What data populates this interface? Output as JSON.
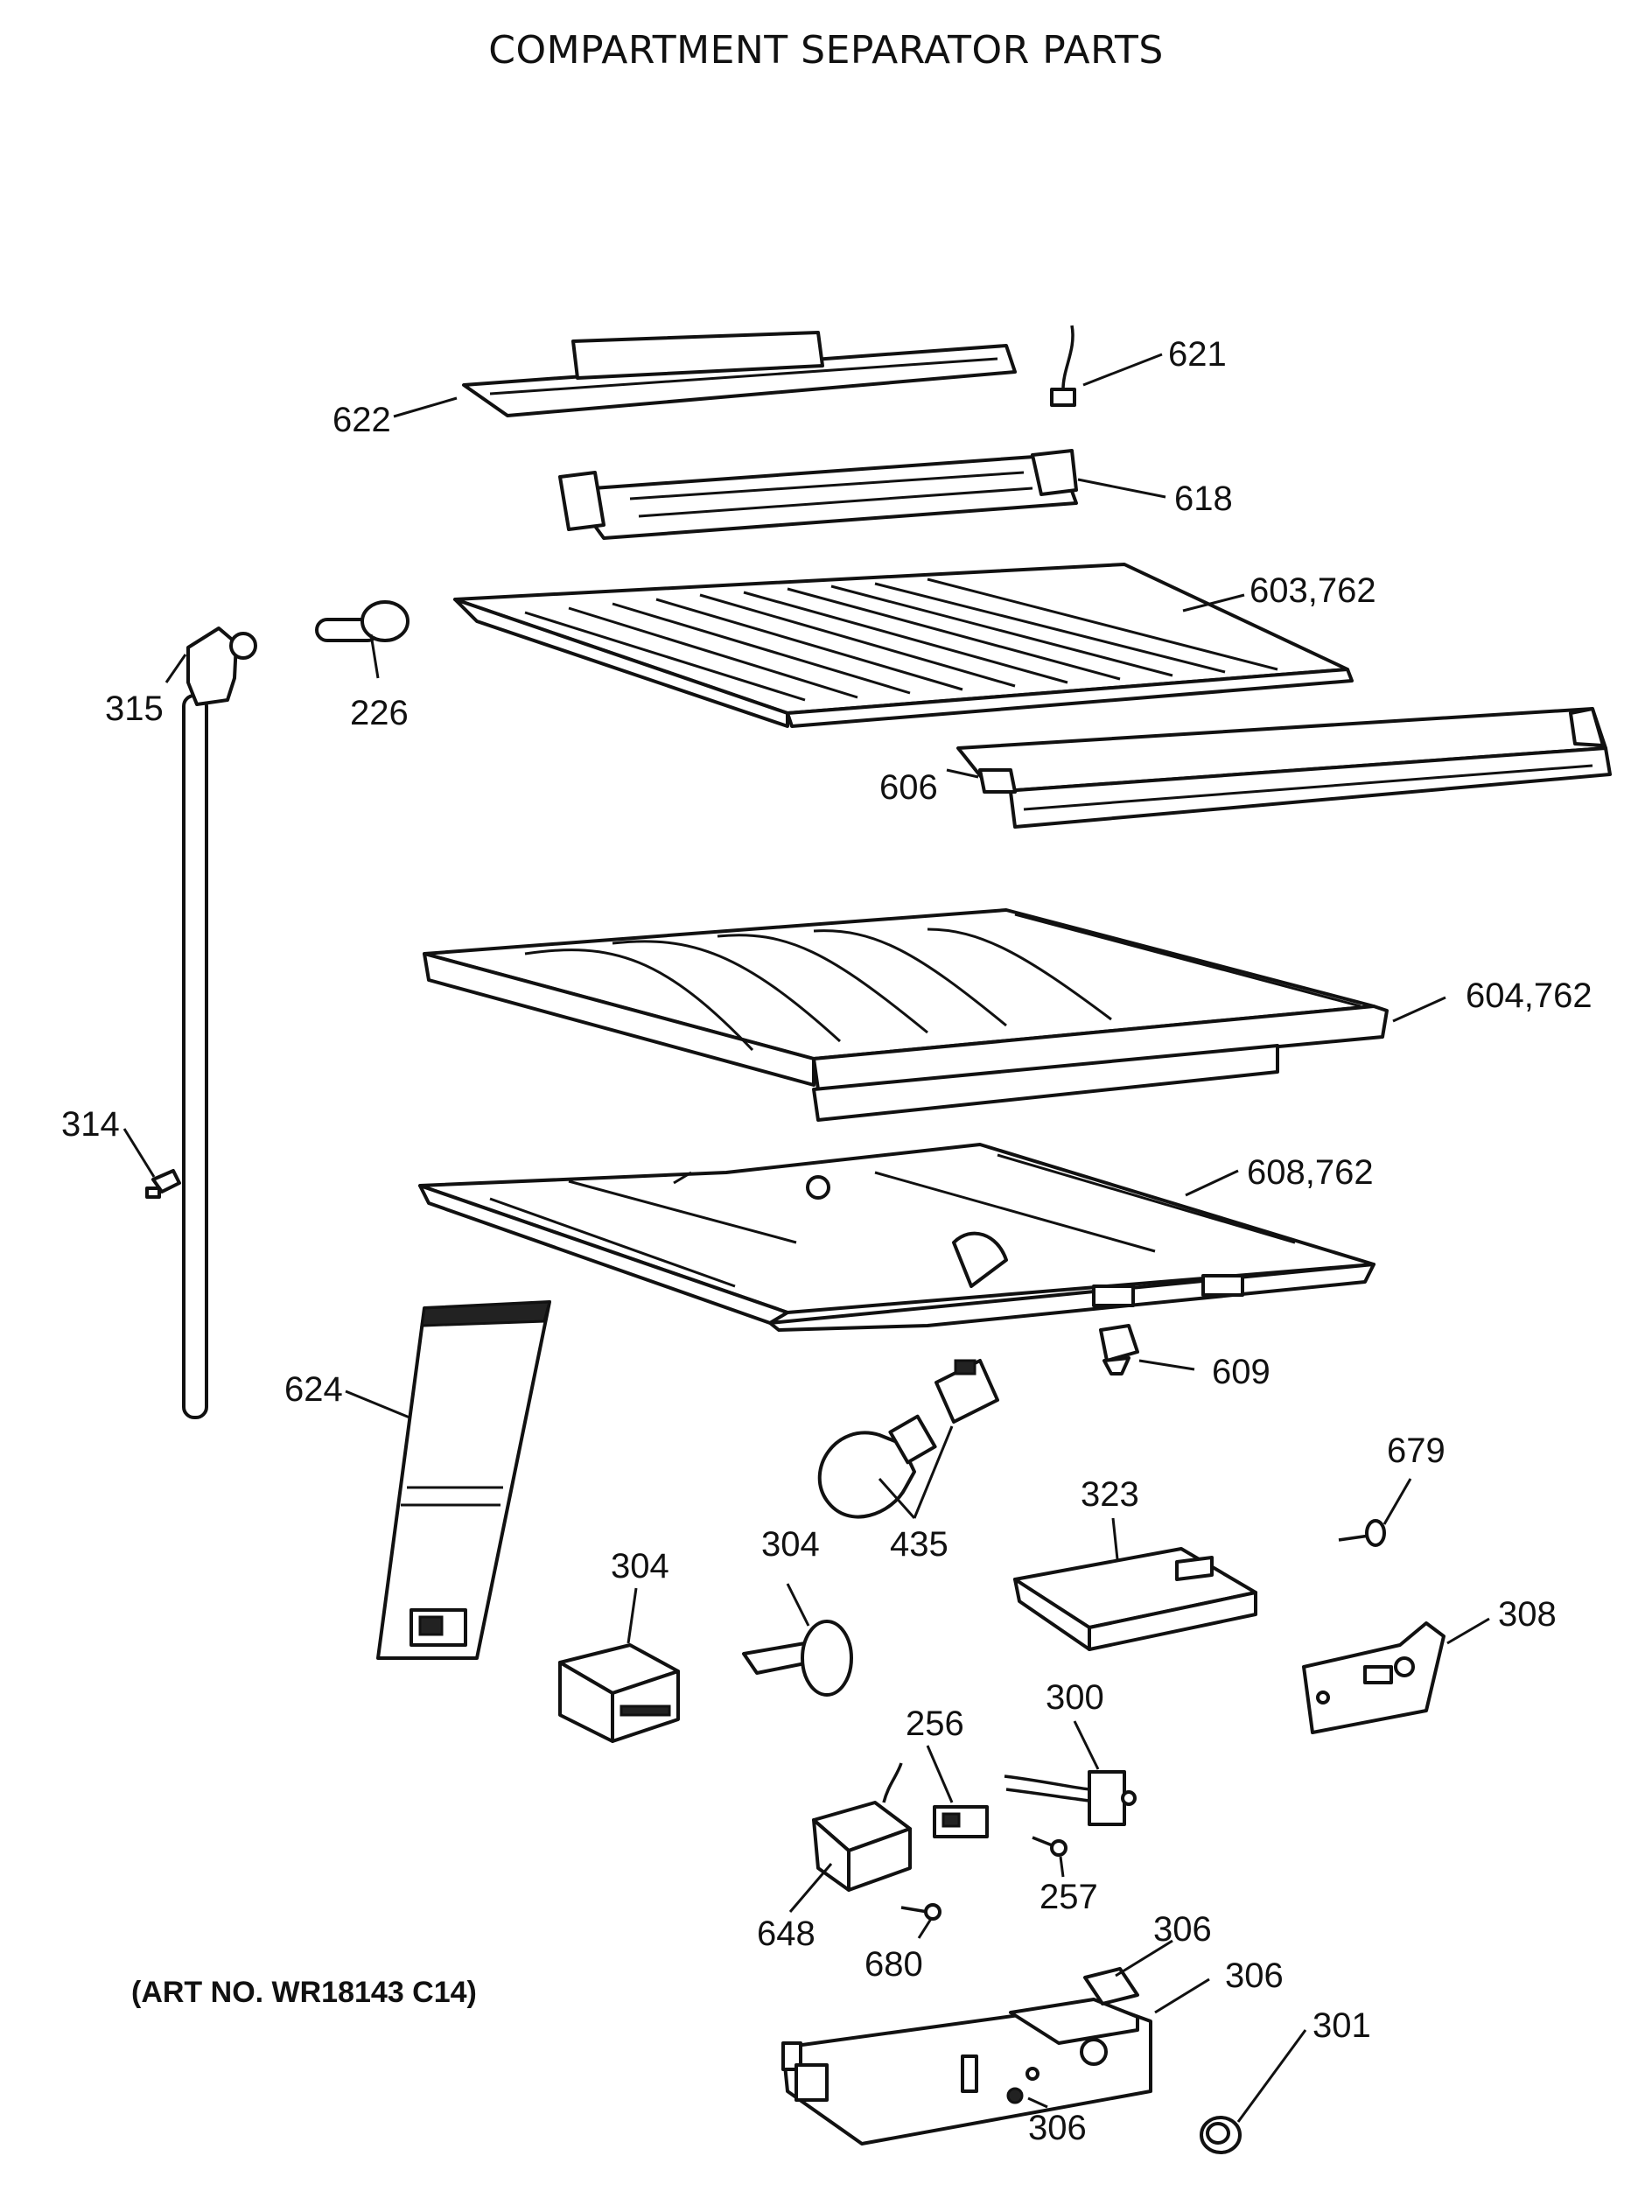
{
  "title": "COMPARTMENT SEPARATOR PARTS",
  "art_number": "(ART NO. WR18143 C14)",
  "callouts": [
    {
      "id": "622",
      "text": "622"
    },
    {
      "id": "621",
      "text": "621"
    },
    {
      "id": "618",
      "text": "618"
    },
    {
      "id": "603_762",
      "text": "603,762"
    },
    {
      "id": "315",
      "text": "315"
    },
    {
      "id": "226",
      "text": "226"
    },
    {
      "id": "606",
      "text": "606"
    },
    {
      "id": "604_762",
      "text": "604,762"
    },
    {
      "id": "314",
      "text": "314"
    },
    {
      "id": "608_762",
      "text": "608,762"
    },
    {
      "id": "609",
      "text": "609"
    },
    {
      "id": "624",
      "text": "624"
    },
    {
      "id": "679",
      "text": "679"
    },
    {
      "id": "323",
      "text": "323"
    },
    {
      "id": "435",
      "text": "435"
    },
    {
      "id": "304_a",
      "text": "304"
    },
    {
      "id": "304_b",
      "text": "304"
    },
    {
      "id": "308",
      "text": "308"
    },
    {
      "id": "300",
      "text": "300"
    },
    {
      "id": "256",
      "text": "256"
    },
    {
      "id": "257",
      "text": "257"
    },
    {
      "id": "648",
      "text": "648"
    },
    {
      "id": "680",
      "text": "680"
    },
    {
      "id": "306_a",
      "text": "306"
    },
    {
      "id": "306_b",
      "text": "306"
    },
    {
      "id": "301",
      "text": "301"
    },
    {
      "id": "306_c",
      "text": "306"
    }
  ]
}
